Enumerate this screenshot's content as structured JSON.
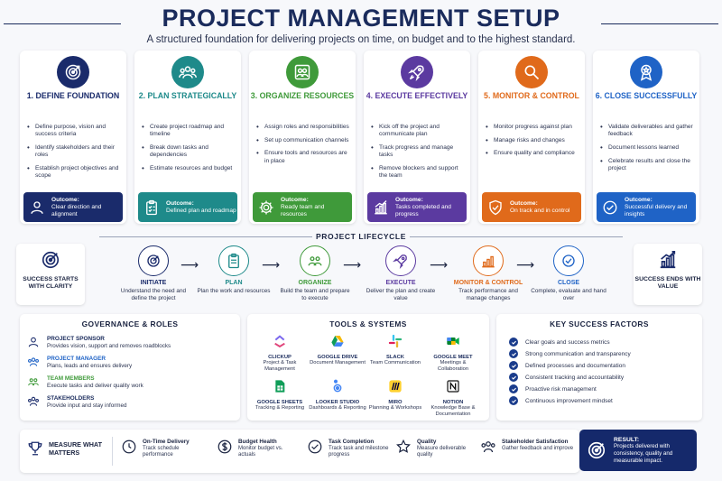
{
  "header": {
    "title": "PROJECT MANAGEMENT SETUP",
    "subtitle": "A structured foundation for delivering projects on time, on budget and to the highest standard."
  },
  "phases": [
    {
      "title": "1. DEFINE FOUNDATION",
      "color": "#1a2b6b",
      "icon": "target-icon",
      "bullets": [
        "Define purpose, vision and success criteria",
        "Identify stakeholders and their roles",
        "Establish project objectives and scope"
      ],
      "outcome_label": "Outcome:",
      "outcome_text": "Clear direction and alignment",
      "outcome_icon": "person-icon"
    },
    {
      "title": "2. PLAN STRATEGICALLY",
      "color": "#1e8a8a",
      "icon": "team-icon",
      "bullets": [
        "Create project roadmap and timeline",
        "Break down tasks and dependencies",
        "Estimate resources and budget"
      ],
      "outcome_label": "Outcome:",
      "outcome_text": "Defined plan and roadmap",
      "outcome_icon": "clipboard-icon"
    },
    {
      "title": "3. ORGANIZE RESOURCES",
      "color": "#3f9a3a",
      "icon": "people-icon",
      "bullets": [
        "Assign roles and responsibilities",
        "Set up communication channels",
        "Ensure tools and resources are in place"
      ],
      "outcome_label": "Outcome:",
      "outcome_text": "Ready team and resources",
      "outcome_icon": "gear-icon"
    },
    {
      "title": "4. EXECUTE EFFECTIVELY",
      "color": "#5b3aa0",
      "icon": "rocket-icon",
      "bullets": [
        "Kick off the project and communicate plan",
        "Track progress and manage tasks",
        "Remove blockers and support the team"
      ],
      "outcome_label": "Outcome:",
      "outcome_text": "Tasks completed and progress",
      "outcome_icon": "chart-icon"
    },
    {
      "title": "5. MONITOR & CONTROL",
      "color": "#e06a1b",
      "icon": "magnifier-icon",
      "bullets": [
        "Monitor progress against plan",
        "Manage risks and changes",
        "Ensure quality and compliance"
      ],
      "outcome_label": "Outcome:",
      "outcome_text": "On track and in control",
      "outcome_icon": "shield-icon"
    },
    {
      "title": "6. CLOSE SUCCESSFULLY",
      "color": "#1f63c6",
      "icon": "award-icon",
      "bullets": [
        "Validate deliverables and gather feedback",
        "Document lessons learned",
        "Celebrate results and close the project"
      ],
      "outcome_label": "Outcome:",
      "outcome_text": "Successful delivery and insights",
      "outcome_icon": "check-icon"
    }
  ],
  "lifecycle": {
    "title": "PROJECT LIFECYCLE",
    "start_label": "SUCCESS STARTS WITH CLARITY",
    "end_label": "SUCCESS ENDS WITH VALUE",
    "steps": [
      {
        "name": "INITIATE",
        "desc": "Understand the need and define the project",
        "color": "#1a2b6b"
      },
      {
        "name": "PLAN",
        "desc": "Plan the work and resources",
        "color": "#1e8a8a"
      },
      {
        "name": "ORGANIZE",
        "desc": "Build the team and prepare to execute",
        "color": "#3f9a3a"
      },
      {
        "name": "EXECUTE",
        "desc": "Deliver the plan and create value",
        "color": "#5b3aa0"
      },
      {
        "name": "MONITOR & CONTROL",
        "desc": "Track performance and manage changes",
        "color": "#e06a1b"
      },
      {
        "name": "CLOSE",
        "desc": "Complete, evaluate and hand over",
        "color": "#1f63c6"
      }
    ]
  },
  "governance": {
    "title": "GOVERNANCE & ROLES",
    "roles": [
      {
        "name": "PROJECT SPONSOR",
        "desc": "Provides vision, support and removes roadblocks",
        "color": "#1a2b6b"
      },
      {
        "name": "PROJECT MANAGER",
        "desc": "Plans, leads and ensures delivery",
        "color": "#1f63c6"
      },
      {
        "name": "TEAM MEMBERS",
        "desc": "Execute tasks and deliver quality work",
        "color": "#3f9a3a"
      },
      {
        "name": "STAKEHOLDERS",
        "desc": "Provide input and stay informed",
        "color": "#1a2b6b"
      }
    ]
  },
  "tools": {
    "title": "TOOLS & SYSTEMS",
    "items": [
      {
        "name": "CLICKUP",
        "desc": "Project & Task Management"
      },
      {
        "name": "GOOGLE DRIVE",
        "desc": "Document Management"
      },
      {
        "name": "SLACK",
        "desc": "Team Communication"
      },
      {
        "name": "GOOGLE MEET",
        "desc": "Meetings & Collaboration"
      },
      {
        "name": "GOOGLE SHEETS",
        "desc": "Tracking & Reporting"
      },
      {
        "name": "LOOKER STUDIO",
        "desc": "Dashboards & Reporting"
      },
      {
        "name": "MIRO",
        "desc": "Planning & Workshops"
      },
      {
        "name": "NOTION",
        "desc": "Knowledge Base & Documentation"
      }
    ]
  },
  "success_factors": {
    "title": "KEY SUCCESS FACTORS",
    "items": [
      "Clear goals and success metrics",
      "Strong communication and transparency",
      "Defined processes and documentation",
      "Consistent tracking and accountability",
      "Proactive risk management",
      "Continuous improvement mindset"
    ]
  },
  "metrics": {
    "label": "MEASURE WHAT MATTERS",
    "items": [
      {
        "name": "On-Time Delivery",
        "desc": "Track schedule performance"
      },
      {
        "name": "Budget Health",
        "desc": "Monitor budget vs. actuals"
      },
      {
        "name": "Task Completion",
        "desc": "Track task and milestone progress"
      },
      {
        "name": "Quality",
        "desc": "Measure deliverable quality"
      },
      {
        "name": "Stakeholder Satisfaction",
        "desc": "Gather feedback and improve"
      }
    ]
  },
  "result": {
    "label": "RESULT:",
    "text": "Projects delivered with consistency, quality and measurable impact."
  }
}
